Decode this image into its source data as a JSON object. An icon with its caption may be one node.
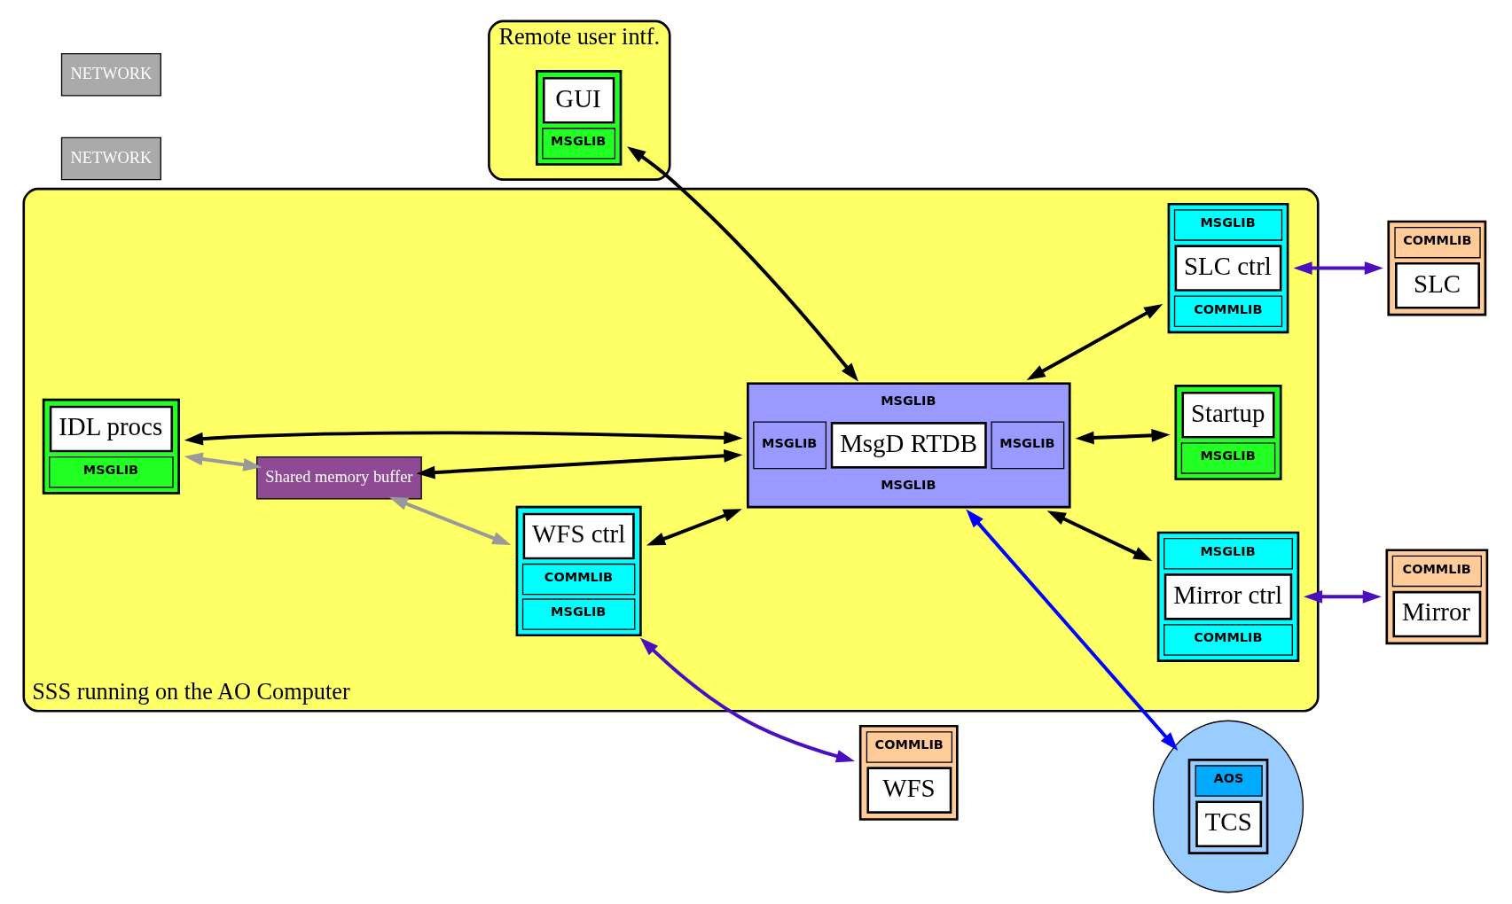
{
  "diagram": {
    "nodes": [
      {
        "text": [
          "Remote user intf."
        ]
      },
      {
        "text": [
          "GUI",
          "MSGLIB"
        ],
        "in": 0
      },
      {
        "text": [
          "NETWORK"
        ]
      },
      {
        "text": [
          "SSS running on the AO Computer"
        ]
      },
      {
        "text": [
          "IDL procs",
          "MSGLIB"
        ],
        "in": 3
      },
      {
        "text": [
          "Shared memory buffer"
        ],
        "in": 3
      },
      {
        "text": [
          "WFS ctrl",
          "COMMLIB",
          "MSGLIB"
        ],
        "in": 3
      },
      {
        "text": [
          "MSGLIB",
          "MSGLIB",
          "MsgD RTDB",
          "MSGLIB",
          "MSGLIB"
        ],
        "in": 3
      },
      {
        "text": [
          "MSGLIB",
          "SLC ctrl",
          "COMMLIB"
        ],
        "in": 3
      },
      {
        "text": [
          "Startup",
          "MSGLIB"
        ],
        "in": 3
      },
      {
        "text": [
          "MSGLIB",
          "Mirror ctrl",
          "COMMLIB"
        ],
        "in": 3
      },
      {
        "text": [
          "NETWORK"
        ]
      },
      {
        "text": [
          "COMMLIB",
          "WFS"
        ]
      },
      {
        "text": [
          "AOS",
          "TCS"
        ]
      },
      {
        "text": [
          "COMMLIB",
          "SLC"
        ]
      },
      {
        "text": [
          "COMMLIB",
          "Mirror"
        ]
      }
    ],
    "edges": [
      {
        "from": 1,
        "to": 7,
        "arrow": "both"
      },
      {
        "from": 4,
        "to": 7,
        "arrow": "both"
      },
      {
        "from": 4,
        "to": 5,
        "arrow": "both",
        "color": "#999999"
      },
      {
        "from": 5,
        "to": 6,
        "arrow": "both",
        "color": "#999999"
      },
      {
        "from": 5,
        "to": 7,
        "arrow": "both"
      },
      {
        "from": 6,
        "to": 7,
        "arrow": "both"
      },
      {
        "from": 6,
        "to": 12,
        "arrow": "both",
        "color": "#4b0fbf"
      },
      {
        "from": 7,
        "to": 13,
        "arrow": "both",
        "color": "#0000ff"
      },
      {
        "from": 7,
        "to": 8,
        "arrow": "both"
      },
      {
        "from": 8,
        "to": 14,
        "arrow": "both",
        "color": "#4b0fbf"
      },
      {
        "from": 7,
        "to": 9,
        "arrow": "both"
      },
      {
        "from": 7,
        "to": 10,
        "arrow": "both"
      },
      {
        "from": 10,
        "to": 15,
        "arrow": "both",
        "color": "#4b0fbf"
      }
    ]
  }
}
